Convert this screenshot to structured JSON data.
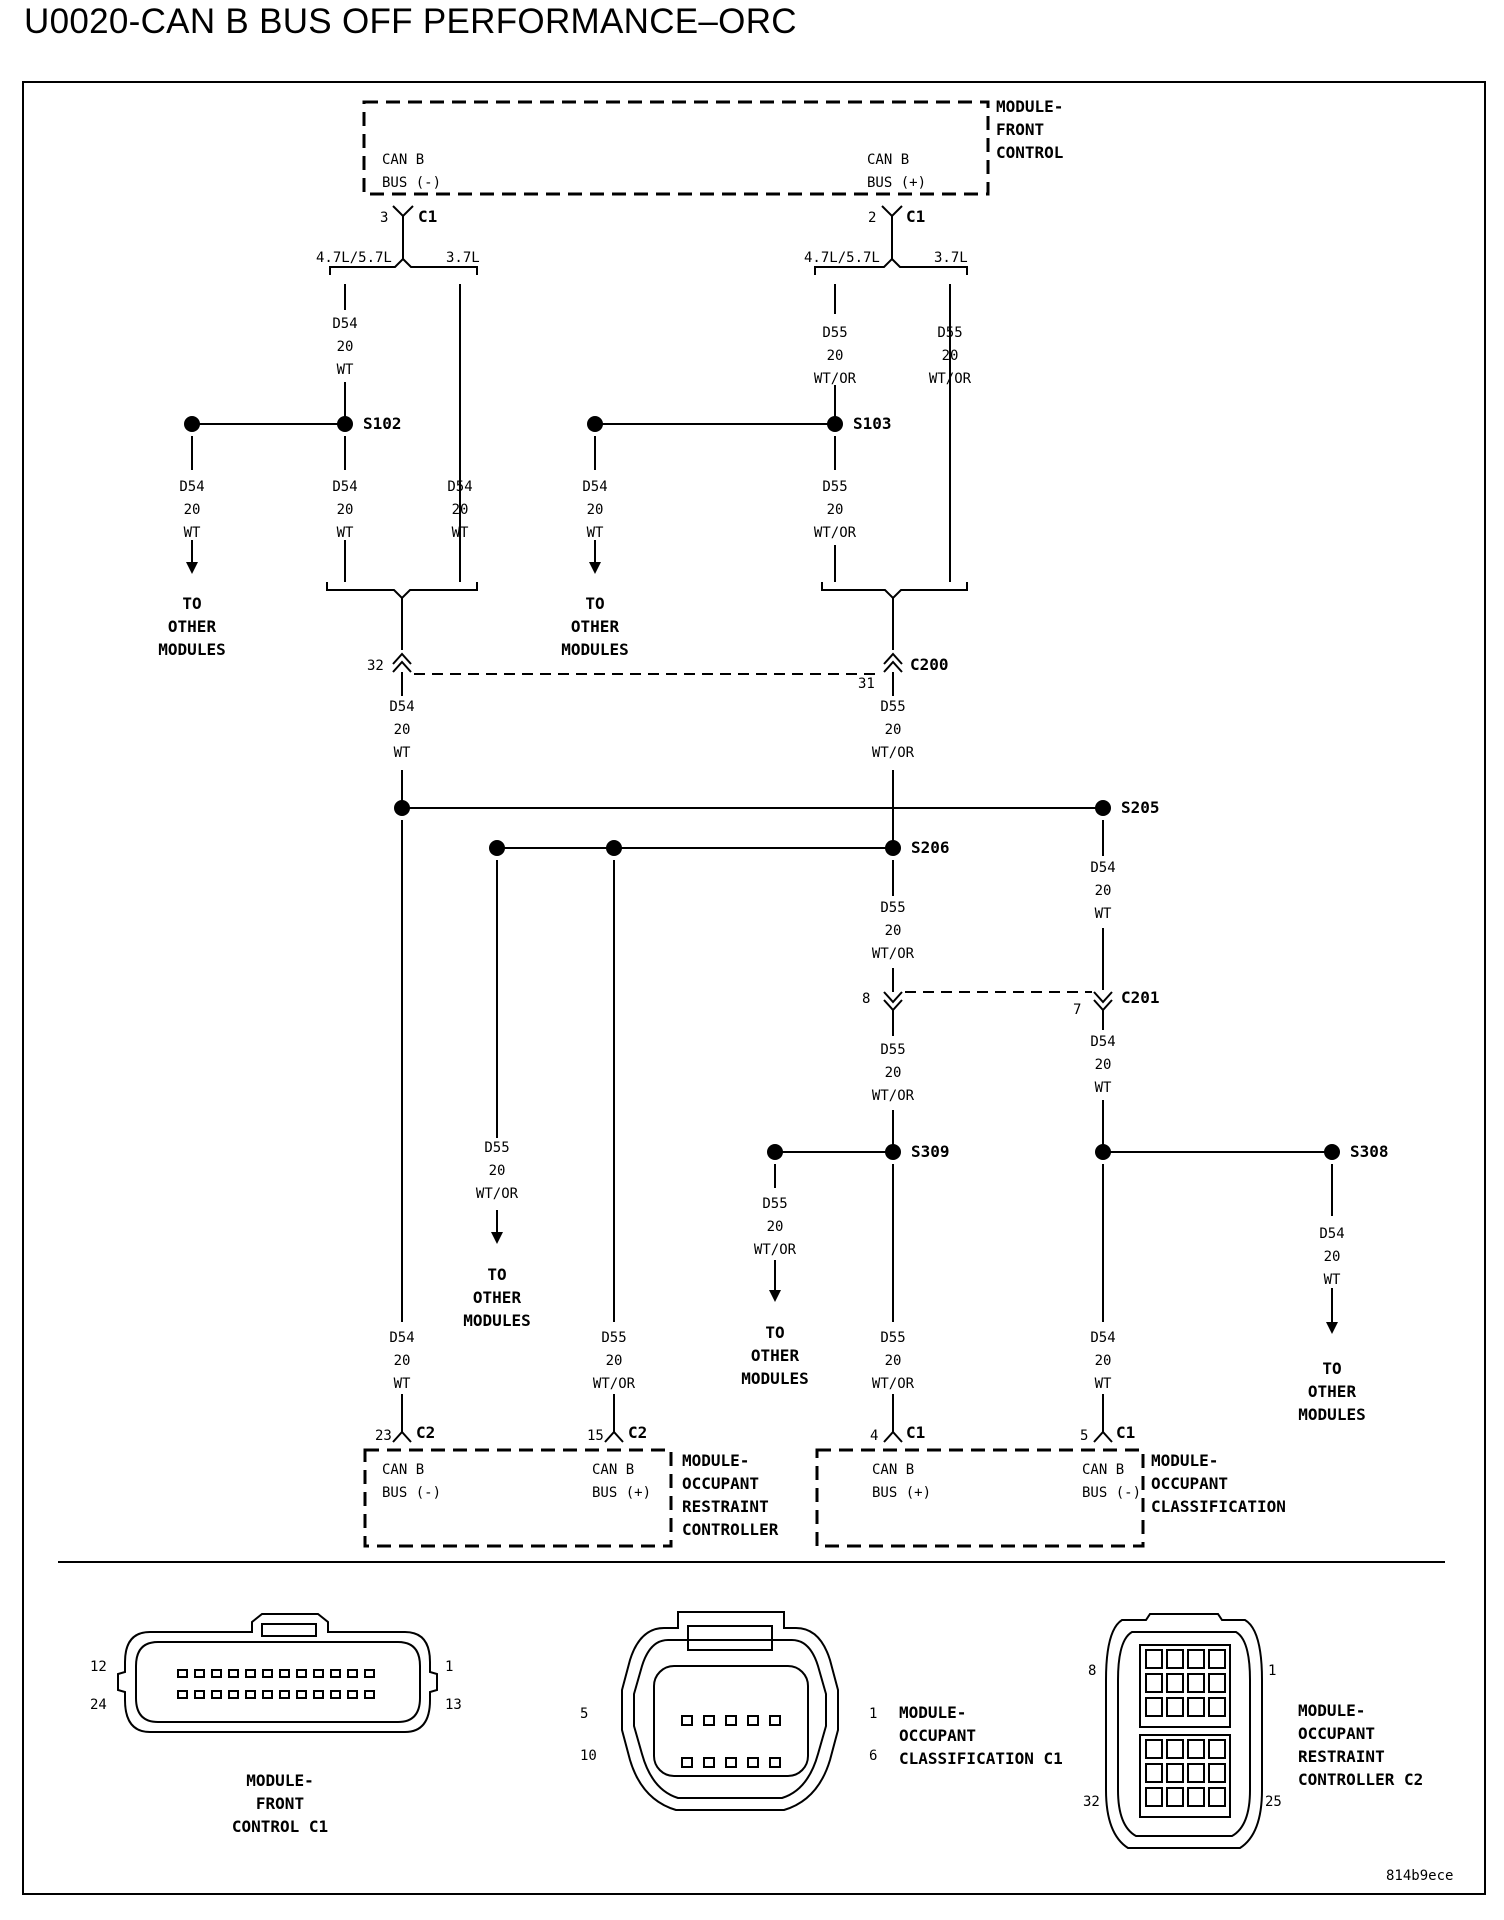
{
  "title": "U0020-CAN B BUS OFF PERFORMANCE–ORC",
  "figure_code": "814b9ece",
  "modules": {
    "fcm": {
      "name": "MODULE-\nFRONT\nCONTROL",
      "pin_minus": "CAN B\nBUS (-)",
      "pin_plus": "CAN B\nBUS (+)",
      "pin_minus_no": "3",
      "pin_plus_no": "2",
      "conn": "C1"
    },
    "orc": {
      "name": "MODULE-\nOCCUPANT\nRESTRAINT\nCONTROLLER",
      "pin_minus": "CAN B\nBUS (-)",
      "pin_plus": "CAN B\nBUS (+)",
      "pin_minus_no": "23",
      "pin_plus_no": "15",
      "conn": "C2"
    },
    "occ": {
      "name": "MODULE-\nOCCUPANT\nCLASSIFICATION",
      "pin_plus": "CAN B\nBUS (+)",
      "pin_minus": "CAN B\nBUS (-)",
      "pin_plus_no": "4",
      "pin_minus_no": "5",
      "conn": "C1"
    }
  },
  "engine_options": {
    "a": "4.7L/5.7L",
    "b": "3.7L"
  },
  "wires": {
    "d54": "D54\n20\nWT",
    "d55": "D55\n20\nWT/OR"
  },
  "splices": {
    "s102": "S102",
    "s103": "S103",
    "s205": "S205",
    "s206": "S206",
    "s309": "S309",
    "s308": "S308"
  },
  "connectors": {
    "c200": "C200",
    "c201": "C201",
    "c200_pin_a": "32",
    "c200_pin_b": "31",
    "c201_pin_a": "8",
    "c201_pin_b": "7"
  },
  "to_other_modules": "TO\nOTHER\nMODULES",
  "connector_views": {
    "fcm_c1": {
      "caption": "MODULE-\nFRONT\nCONTROL C1",
      "pins": [
        "12",
        "24",
        "1",
        "13"
      ]
    },
    "occ_c1": {
      "caption": "MODULE-\nOCCUPANT\nCLASSIFICATION C1",
      "pins": [
        "5",
        "10",
        "1",
        "6"
      ]
    },
    "orc_c2": {
      "caption": "MODULE-\nOCCUPANT\nRESTRAINT\nCONTROLLER C2",
      "pins": [
        "8",
        "32",
        "1",
        "25"
      ]
    }
  }
}
